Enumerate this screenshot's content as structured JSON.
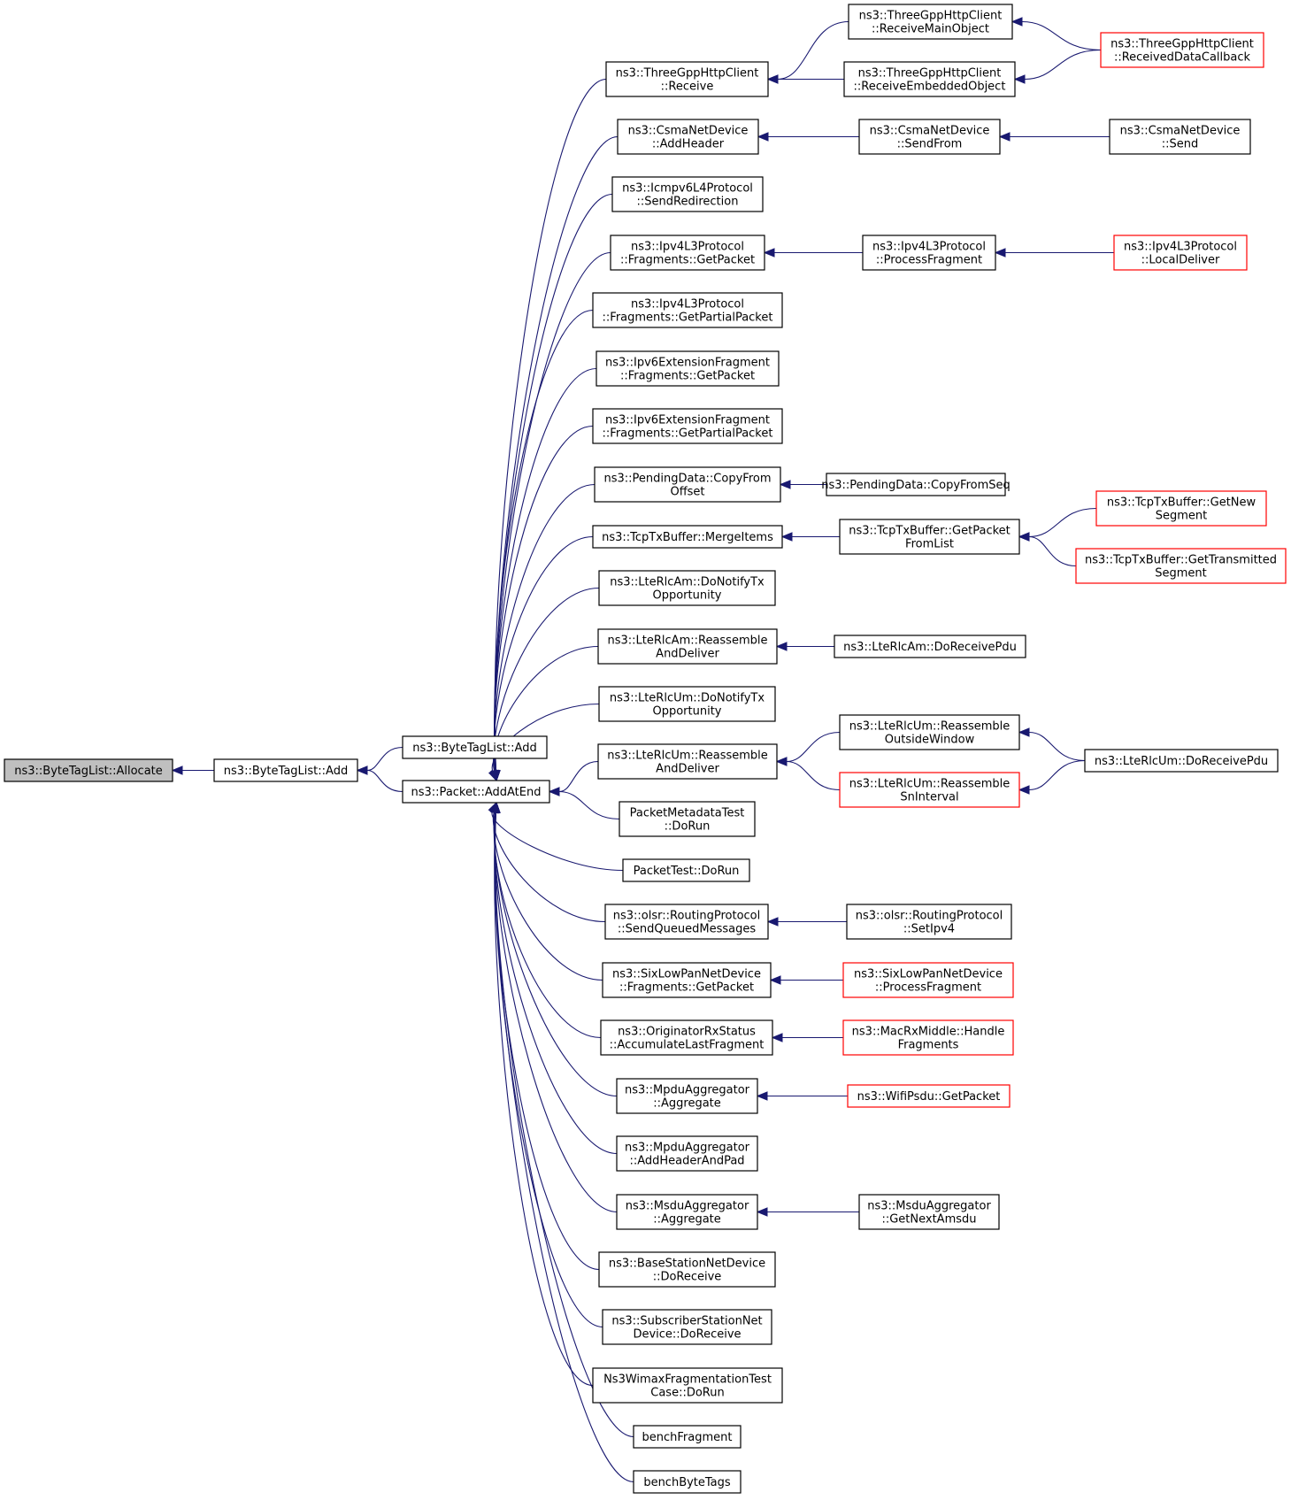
{
  "colors": {
    "edge": "#191970",
    "focus_fill": "#bfbfbf",
    "truncated_border": "#ff0000",
    "node_border": "#000000"
  },
  "nodes": {
    "allocate": {
      "lines": [
        "ns3::ByteTagList::Allocate"
      ],
      "style": "focus"
    },
    "btl_add": {
      "lines": [
        "ns3::ByteTagList::Add"
      ]
    },
    "btl_add2": {
      "lines": [
        "ns3::ByteTagList::Add"
      ]
    },
    "addatend": {
      "lines": [
        "ns3::Packet::AddAtEnd"
      ]
    },
    "http_recv": {
      "lines": [
        "ns3::ThreeGppHttpClient",
        "::Receive"
      ]
    },
    "http_main": {
      "lines": [
        "ns3::ThreeGppHttpClient",
        "::ReceiveMainObject"
      ]
    },
    "http_emb": {
      "lines": [
        "ns3::ThreeGppHttpClient",
        "::ReceiveEmbeddedObject"
      ]
    },
    "http_cb": {
      "lines": [
        "ns3::ThreeGppHttpClient",
        "::ReceivedDataCallback"
      ],
      "style": "truncated"
    },
    "csma_addh": {
      "lines": [
        "ns3::CsmaNetDevice",
        "::AddHeader"
      ]
    },
    "csma_sf": {
      "lines": [
        "ns3::CsmaNetDevice",
        "::SendFrom"
      ]
    },
    "csma_send": {
      "lines": [
        "ns3::CsmaNetDevice",
        "::Send"
      ]
    },
    "icmp_red": {
      "lines": [
        "ns3::Icmpv6L4Protocol",
        "::SendRedirection"
      ]
    },
    "ip4_gp": {
      "lines": [
        "ns3::Ipv4L3Protocol",
        "::Fragments::GetPacket"
      ]
    },
    "ip4_pf": {
      "lines": [
        "ns3::Ipv4L3Protocol",
        "::ProcessFragment"
      ]
    },
    "ip4_ld": {
      "lines": [
        "ns3::Ipv4L3Protocol",
        "::LocalDeliver"
      ],
      "style": "truncated"
    },
    "ip4_gpp": {
      "lines": [
        "ns3::Ipv4L3Protocol",
        "::Fragments::GetPartialPacket"
      ]
    },
    "ip6_gp": {
      "lines": [
        "ns3::Ipv6ExtensionFragment",
        "::Fragments::GetPacket"
      ]
    },
    "ip6_gpp": {
      "lines": [
        "ns3::Ipv6ExtensionFragment",
        "::Fragments::GetPartialPacket"
      ]
    },
    "pd_cfo": {
      "lines": [
        "ns3::PendingData::CopyFrom",
        "Offset"
      ]
    },
    "pd_cfs": {
      "lines": [
        "ns3::PendingData::CopyFromSeq"
      ]
    },
    "tcp_mi": {
      "lines": [
        "ns3::TcpTxBuffer::MergeItems"
      ]
    },
    "tcp_gpfl": {
      "lines": [
        "ns3::TcpTxBuffer::GetPacket",
        "FromList"
      ]
    },
    "tcp_gns": {
      "lines": [
        "ns3::TcpTxBuffer::GetNew",
        "Segment"
      ],
      "style": "truncated"
    },
    "tcp_gts": {
      "lines": [
        "ns3::TcpTxBuffer::GetTransmitted",
        "Segment"
      ],
      "style": "truncated"
    },
    "am_dntx": {
      "lines": [
        "ns3::LteRlcAm::DoNotifyTx",
        "Opportunity"
      ]
    },
    "am_rad": {
      "lines": [
        "ns3::LteRlcAm::Reassemble",
        "AndDeliver"
      ]
    },
    "am_drp": {
      "lines": [
        "ns3::LteRlcAm::DoReceivePdu"
      ]
    },
    "um_dntx": {
      "lines": [
        "ns3::LteRlcUm::DoNotifyTx",
        "Opportunity"
      ]
    },
    "um_rad": {
      "lines": [
        "ns3::LteRlcUm::Reassemble",
        "AndDeliver"
      ]
    },
    "um_row": {
      "lines": [
        "ns3::LteRlcUm::Reassemble",
        "OutsideWindow"
      ]
    },
    "um_rsi": {
      "lines": [
        "ns3::LteRlcUm::Reassemble",
        "SnInterval"
      ],
      "style": "truncated"
    },
    "um_drp": {
      "lines": [
        "ns3::LteRlcUm::DoReceivePdu"
      ]
    },
    "pmt": {
      "lines": [
        "PacketMetadataTest",
        "::DoRun"
      ]
    },
    "pt": {
      "lines": [
        "PacketTest::DoRun"
      ]
    },
    "olsr_sqm": {
      "lines": [
        "ns3::olsr::RoutingProtocol",
        "::SendQueuedMessages"
      ]
    },
    "olsr_si": {
      "lines": [
        "ns3::olsr::RoutingProtocol",
        "::SetIpv4"
      ]
    },
    "slp_gp": {
      "lines": [
        "ns3::SixLowPanNetDevice",
        "::Fragments::GetPacket"
      ]
    },
    "slp_pf": {
      "lines": [
        "ns3::SixLowPanNetDevice",
        "::ProcessFragment"
      ],
      "style": "truncated"
    },
    "orx_alf": {
      "lines": [
        "ns3::OriginatorRxStatus",
        "::AccumulateLastFragment"
      ]
    },
    "mrm_hf": {
      "lines": [
        "ns3::MacRxMiddle::Handle",
        "Fragments"
      ],
      "style": "truncated"
    },
    "mpdu_agg": {
      "lines": [
        "ns3::MpduAggregator",
        "::Aggregate"
      ]
    },
    "wifi_gp": {
      "lines": [
        "ns3::WifiPsdu::GetPacket"
      ],
      "style": "truncated"
    },
    "mpdu_ahp": {
      "lines": [
        "ns3::MpduAggregator",
        "::AddHeaderAndPad"
      ]
    },
    "msdu_agg": {
      "lines": [
        "ns3::MsduAggregator",
        "::Aggregate"
      ]
    },
    "msdu_gna": {
      "lines": [
        "ns3::MsduAggregator",
        "::GetNextAmsdu"
      ]
    },
    "bs_dr": {
      "lines": [
        "ns3::BaseStationNetDevice",
        "::DoReceive"
      ]
    },
    "ss_dr": {
      "lines": [
        "ns3::SubscriberStationNet",
        "Device::DoReceive"
      ]
    },
    "wimax_tc": {
      "lines": [
        "Ns3WimaxFragmentationTest",
        "Case::DoRun"
      ]
    },
    "bench_frag": {
      "lines": [
        "benchFragment"
      ]
    },
    "bench_bt": {
      "lines": [
        "benchByteTags"
      ]
    }
  },
  "edges": [
    [
      "btl_add",
      "allocate"
    ],
    [
      "btl_add2",
      "btl_add"
    ],
    [
      "addatend",
      "btl_add"
    ],
    [
      "http_recv",
      "addatend"
    ],
    [
      "http_main",
      "http_recv"
    ],
    [
      "http_emb",
      "http_recv"
    ],
    [
      "http_cb",
      "http_main"
    ],
    [
      "http_cb",
      "http_emb"
    ],
    [
      "csma_addh",
      "addatend"
    ],
    [
      "csma_sf",
      "csma_addh"
    ],
    [
      "csma_send",
      "csma_sf"
    ],
    [
      "icmp_red",
      "addatend"
    ],
    [
      "ip4_gp",
      "addatend"
    ],
    [
      "ip4_pf",
      "ip4_gp"
    ],
    [
      "ip4_ld",
      "ip4_pf"
    ],
    [
      "ip4_gpp",
      "addatend"
    ],
    [
      "ip6_gp",
      "addatend"
    ],
    [
      "ip6_gpp",
      "addatend"
    ],
    [
      "pd_cfo",
      "addatend"
    ],
    [
      "pd_cfs",
      "pd_cfo"
    ],
    [
      "tcp_mi",
      "addatend"
    ],
    [
      "tcp_gpfl",
      "tcp_mi"
    ],
    [
      "tcp_gns",
      "tcp_gpfl"
    ],
    [
      "tcp_gts",
      "tcp_gpfl"
    ],
    [
      "am_dntx",
      "addatend"
    ],
    [
      "am_rad",
      "addatend"
    ],
    [
      "am_drp",
      "am_rad"
    ],
    [
      "um_dntx",
      "addatend"
    ],
    [
      "um_rad",
      "addatend"
    ],
    [
      "um_row",
      "um_rad"
    ],
    [
      "um_rsi",
      "um_rad"
    ],
    [
      "um_drp",
      "um_row"
    ],
    [
      "um_drp",
      "um_rsi"
    ],
    [
      "pmt",
      "addatend"
    ],
    [
      "pt",
      "addatend"
    ],
    [
      "olsr_sqm",
      "addatend"
    ],
    [
      "olsr_si",
      "olsr_sqm"
    ],
    [
      "slp_gp",
      "addatend"
    ],
    [
      "slp_pf",
      "slp_gp"
    ],
    [
      "orx_alf",
      "addatend"
    ],
    [
      "mrm_hf",
      "orx_alf"
    ],
    [
      "mpdu_agg",
      "addatend"
    ],
    [
      "wifi_gp",
      "mpdu_agg"
    ],
    [
      "mpdu_ahp",
      "addatend"
    ],
    [
      "msdu_agg",
      "addatend"
    ],
    [
      "msdu_gna",
      "msdu_agg"
    ],
    [
      "bs_dr",
      "addatend"
    ],
    [
      "ss_dr",
      "addatend"
    ],
    [
      "wimax_tc",
      "addatend"
    ],
    [
      "bench_frag",
      "addatend"
    ],
    [
      "bench_bt",
      "addatend"
    ]
  ]
}
